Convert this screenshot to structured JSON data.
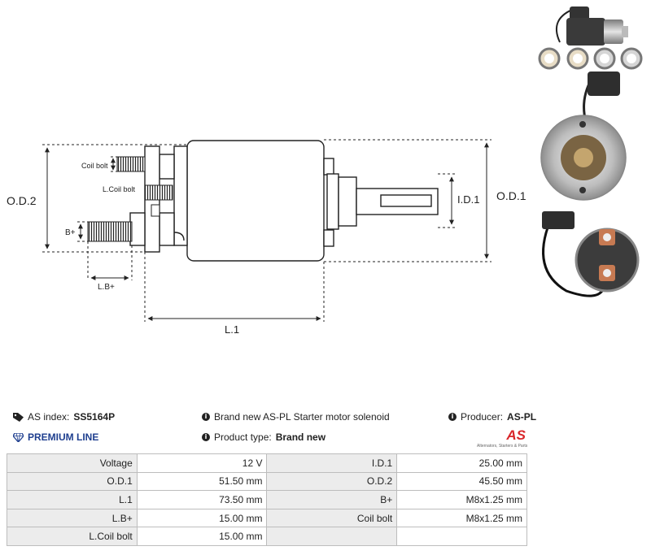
{
  "drawing": {
    "labels": {
      "od2": "O.D.2",
      "od1": "O.D.1",
      "id1": "I.D.1",
      "l1": "L.1",
      "bplus": "B+",
      "lbplus": "L.B+",
      "coil_bolt": "Coil bolt",
      "lcoil_bolt": "L.Coil bolt"
    }
  },
  "info": {
    "as_index_label": "AS index:",
    "as_index_value": "SS5164P",
    "premium_line": "PREMIUM LINE",
    "description": "Brand new AS-PL Starter motor solenoid",
    "product_type_label": "Product type:",
    "product_type_value": "Brand new",
    "producer_label": "Producer:",
    "producer_value": "AS-PL"
  },
  "logo": {
    "mark": "AS",
    "tagline": "Alternators, Starters & Parts"
  },
  "specs": [
    [
      {
        "label": "Voltage",
        "value": "12 V"
      },
      {
        "label": "I.D.1",
        "value": "25.00 mm"
      }
    ],
    [
      {
        "label": "O.D.1",
        "value": "51.50 mm"
      },
      {
        "label": "O.D.2",
        "value": "45.50 mm"
      }
    ],
    [
      {
        "label": "L.1",
        "value": "73.50 mm"
      },
      {
        "label": "B+",
        "value": "M8x1.25 mm"
      }
    ],
    [
      {
        "label": "L.B+",
        "value": "15.00 mm"
      },
      {
        "label": "Coil bolt",
        "value": "M8x1.25 mm"
      }
    ],
    [
      {
        "label": "L.Coil bolt",
        "value": "15.00 mm"
      },
      {
        "label": "",
        "value": ""
      }
    ]
  ],
  "icons": {
    "tag": "tag-icon",
    "info": "info-icon",
    "diamond": "diamond-icon"
  }
}
